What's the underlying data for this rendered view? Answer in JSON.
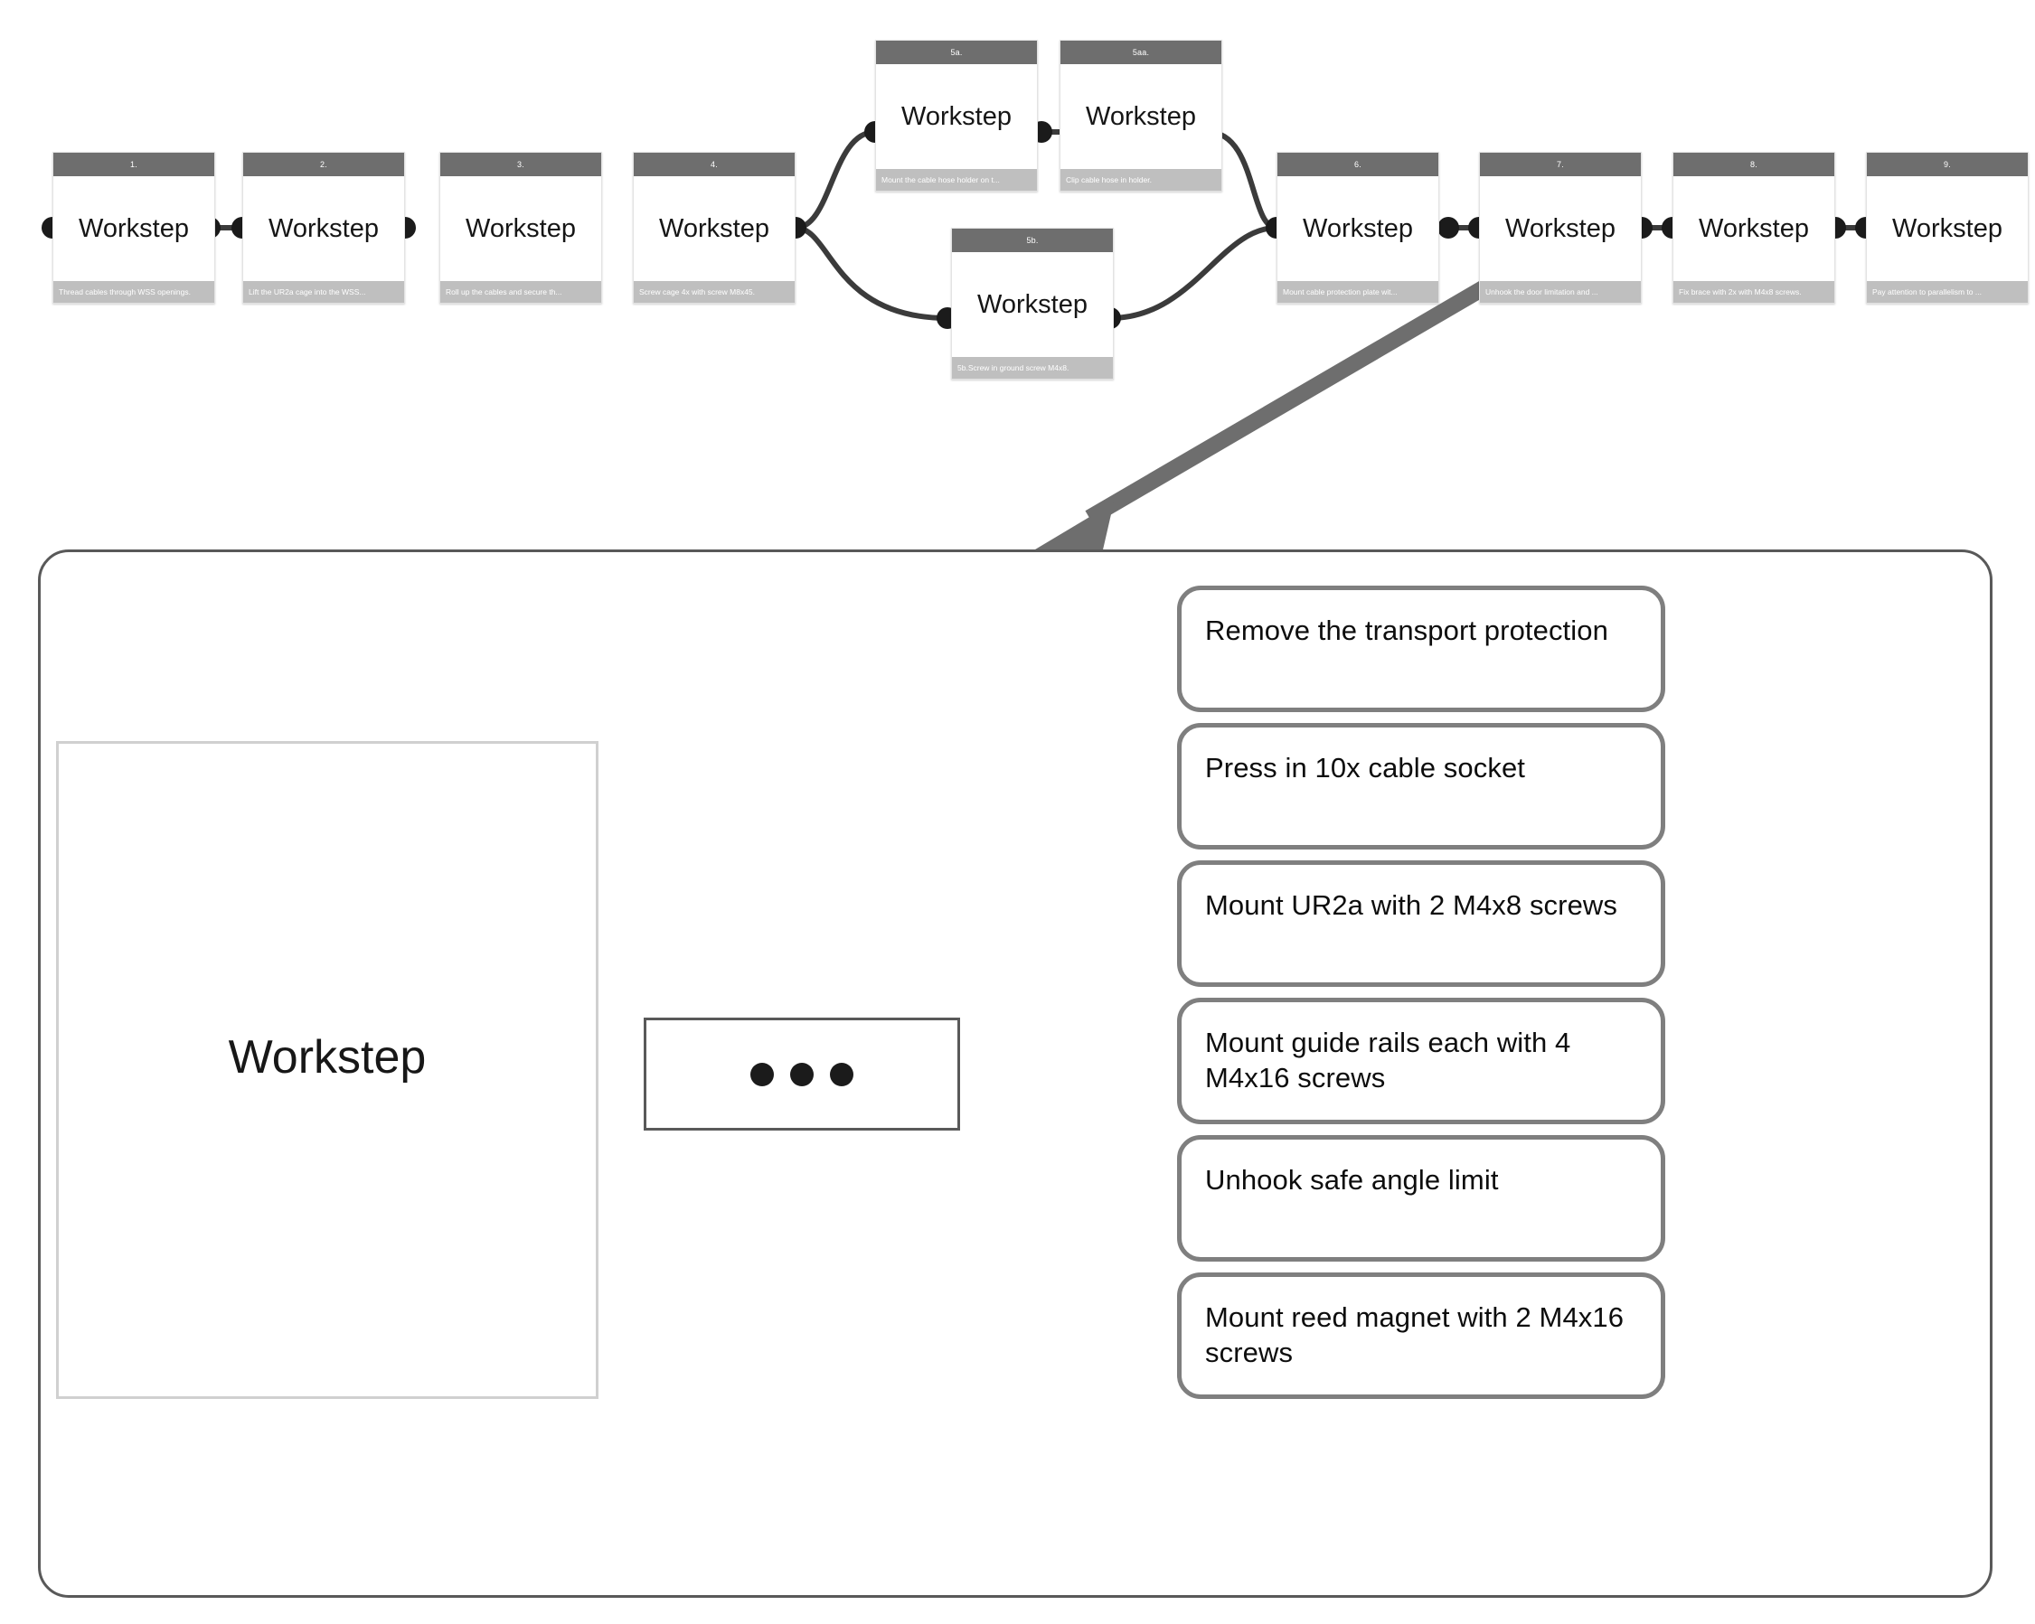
{
  "flow": {
    "workstep_label": "Workstep",
    "cards": [
      {
        "number": "1.",
        "label": "Workstep",
        "caption": "Thread cables through WSS openings."
      },
      {
        "number": "2.",
        "label": "Workstep",
        "caption": "Lift the UR2a cage into the WSS..."
      },
      {
        "number": "3.",
        "label": "Workstep",
        "caption": "Roll up the cables and secure th..."
      },
      {
        "number": "4.",
        "label": "Workstep",
        "caption": "Screw cage 4x with screw M8x45."
      },
      {
        "number": "5a.",
        "label": "Workstep",
        "caption": "Mount the cable hose holder on t..."
      },
      {
        "number": "5aa.",
        "label": "Workstep",
        "caption": "Clip cable hose in holder."
      },
      {
        "number": "5b.",
        "label": "Workstep",
        "caption": "5b.Screw in ground screw M4x8."
      },
      {
        "number": "6.",
        "label": "Workstep",
        "caption": "Mount cable protection plate wit..."
      },
      {
        "number": "7.",
        "label": "Workstep",
        "caption": "Unhook the door limitation and ..."
      },
      {
        "number": "8.",
        "label": "Workstep",
        "caption": "Fix brace with 2x with M4x8 screws."
      },
      {
        "number": "9.",
        "label": "Workstep",
        "caption": "Pay attention to parallelism to ..."
      }
    ]
  },
  "detail": {
    "workstep_label": "Workstep",
    "ellipsis": "…",
    "substeps": [
      {
        "text": "Remove the transport protection"
      },
      {
        "text": "Press in 10x cable socket"
      },
      {
        "text": "Mount UR2a with 2 M4x8 screws"
      },
      {
        "text": "Mount guide rails each with 4 M4x16 screws"
      },
      {
        "text": "Unhook safe angle limit"
      },
      {
        "text": "Mount reed magnet with 2 M4x16 screws"
      }
    ]
  },
  "colors": {
    "card_header": "#6e6e6e",
    "card_footer": "#bfbfbf",
    "outline": "#595959",
    "substep_border": "#7f7f7f",
    "connector": "#3b3b3b",
    "arrow": "#6e6e6e"
  }
}
